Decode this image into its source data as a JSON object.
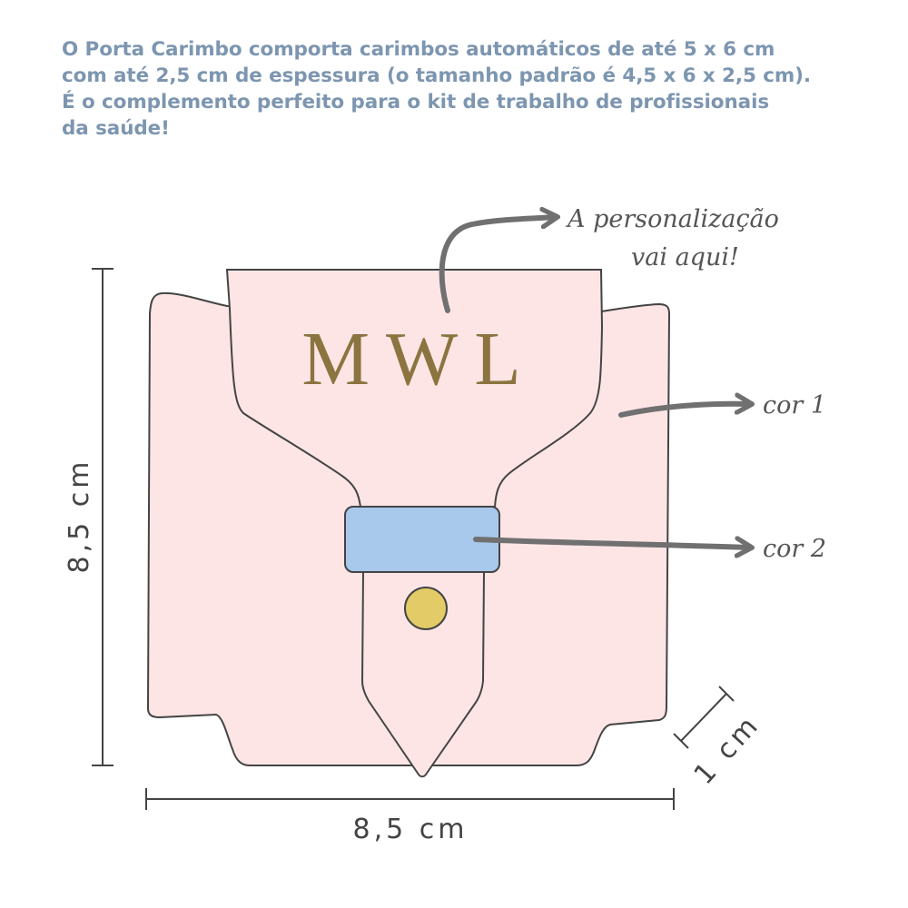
{
  "intro": {
    "lines": [
      "O Porta Carimbo comporta carimbos automáticos de até 5 x 6 cm",
      "com até 2,5 cm de espessura (o tamanho padrão é 4,5 x 6 x 2,5 cm).",
      "É o complemento perfeito para o kit de trabalho de profissionais",
      "da saúde!"
    ]
  },
  "diagram": {
    "monogram": "MWL",
    "annotations": {
      "personalization_line1": "A personalização",
      "personalization_line2": "vai aqui!",
      "color1": "cor 1",
      "color2": "cor 2"
    },
    "dimensions": {
      "height": "8,5 cm",
      "width": "8,5 cm",
      "depth": "1 cm"
    },
    "colors": {
      "body": "#fde5e6",
      "band": "#a8c8ec",
      "snap": "#e3cc67",
      "monogram": "#8b743f",
      "outline": "#444444",
      "arrow": "#707070",
      "text": "#7d96b0"
    }
  }
}
